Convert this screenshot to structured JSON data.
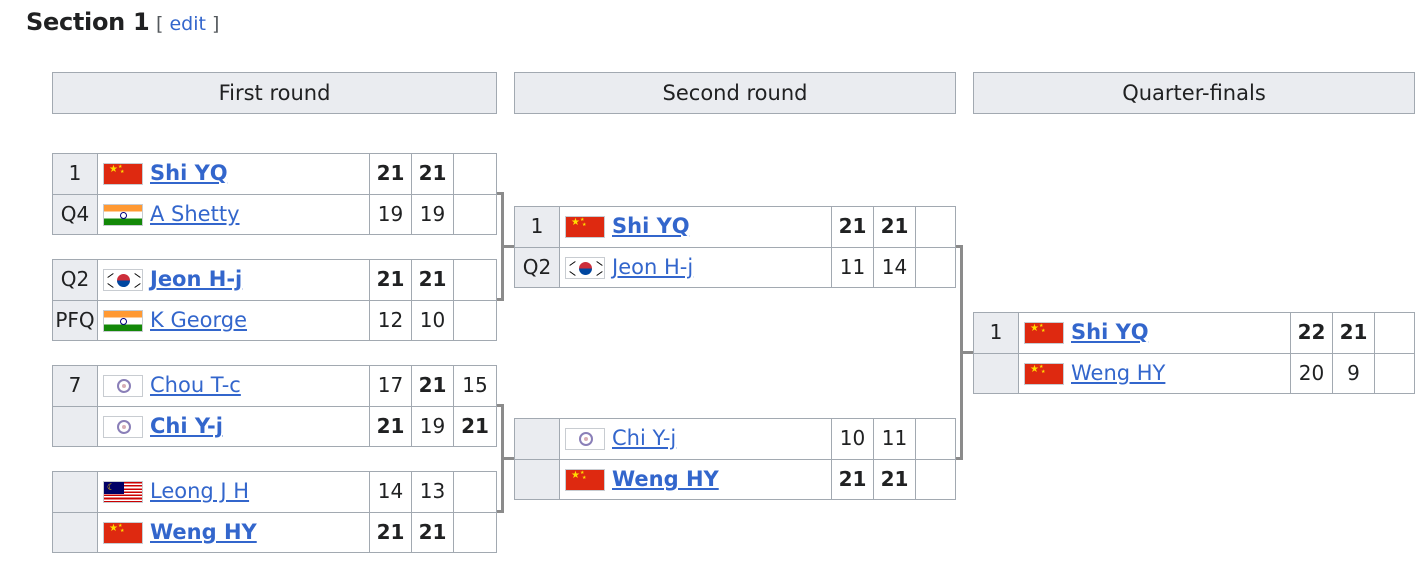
{
  "section": {
    "title": "Section 1",
    "edit_open": "[ ",
    "edit_label": "edit",
    "edit_close": " ]"
  },
  "rounds": [
    "First round",
    "Second round",
    "Quarter-finals"
  ],
  "matches": [
    {
      "round": 0,
      "rows": [
        {
          "seed": "1",
          "flag": "cn",
          "name": "Shi YQ",
          "winner": true,
          "scores": [
            {
              "v": "21",
              "w": true
            },
            {
              "v": "21",
              "w": true
            },
            {
              "v": "",
              "w": false
            }
          ]
        },
        {
          "seed": "Q4",
          "flag": "in",
          "name": "A Shetty",
          "winner": false,
          "scores": [
            {
              "v": "19",
              "w": false
            },
            {
              "v": "19",
              "w": false
            },
            {
              "v": "",
              "w": false
            }
          ]
        }
      ]
    },
    {
      "round": 0,
      "rows": [
        {
          "seed": "Q2",
          "flag": "kr",
          "name": "Jeon H-j",
          "winner": true,
          "scores": [
            {
              "v": "21",
              "w": true
            },
            {
              "v": "21",
              "w": true
            },
            {
              "v": "",
              "w": false
            }
          ]
        },
        {
          "seed": "PFQ",
          "flag": "in",
          "name": "K George",
          "winner": false,
          "scores": [
            {
              "v": "12",
              "w": false
            },
            {
              "v": "10",
              "w": false
            },
            {
              "v": "",
              "w": false
            }
          ]
        }
      ]
    },
    {
      "round": 0,
      "rows": [
        {
          "seed": "7",
          "flag": "tpe",
          "name": "Chou T-c",
          "winner": false,
          "scores": [
            {
              "v": "17",
              "w": false
            },
            {
              "v": "21",
              "w": true
            },
            {
              "v": "15",
              "w": false
            }
          ]
        },
        {
          "seed": "",
          "flag": "tpe",
          "name": "Chi Y-j",
          "winner": true,
          "scores": [
            {
              "v": "21",
              "w": true
            },
            {
              "v": "19",
              "w": false
            },
            {
              "v": "21",
              "w": true
            }
          ]
        }
      ]
    },
    {
      "round": 0,
      "rows": [
        {
          "seed": "",
          "flag": "my",
          "name": "Leong J H",
          "winner": false,
          "scores": [
            {
              "v": "14",
              "w": false
            },
            {
              "v": "13",
              "w": false
            },
            {
              "v": "",
              "w": false
            }
          ]
        },
        {
          "seed": "",
          "flag": "cn",
          "name": "Weng HY",
          "winner": true,
          "scores": [
            {
              "v": "21",
              "w": true
            },
            {
              "v": "21",
              "w": true
            },
            {
              "v": "",
              "w": false
            }
          ]
        }
      ]
    },
    {
      "round": 1,
      "rows": [
        {
          "seed": "1",
          "flag": "cn",
          "name": "Shi YQ",
          "winner": true,
          "scores": [
            {
              "v": "21",
              "w": true
            },
            {
              "v": "21",
              "w": true
            },
            {
              "v": "",
              "w": false
            }
          ]
        },
        {
          "seed": "Q2",
          "flag": "kr",
          "name": "Jeon H-j",
          "winner": false,
          "scores": [
            {
              "v": "11",
              "w": false
            },
            {
              "v": "14",
              "w": false
            },
            {
              "v": "",
              "w": false
            }
          ]
        }
      ]
    },
    {
      "round": 1,
      "rows": [
        {
          "seed": "",
          "flag": "tpe",
          "name": "Chi Y-j",
          "winner": false,
          "scores": [
            {
              "v": "10",
              "w": false
            },
            {
              "v": "11",
              "w": false
            },
            {
              "v": "",
              "w": false
            }
          ]
        },
        {
          "seed": "",
          "flag": "cn",
          "name": "Weng HY",
          "winner": true,
          "scores": [
            {
              "v": "21",
              "w": true
            },
            {
              "v": "21",
              "w": true
            },
            {
              "v": "",
              "w": false
            }
          ]
        }
      ]
    },
    {
      "round": 2,
      "rows": [
        {
          "seed": "1",
          "flag": "cn",
          "name": "Shi YQ",
          "winner": true,
          "scores": [
            {
              "v": "22",
              "w": true
            },
            {
              "v": "21",
              "w": true
            },
            {
              "v": "",
              "w": false
            }
          ]
        },
        {
          "seed": "",
          "flag": "cn",
          "name": "Weng HY",
          "winner": false,
          "scores": [
            {
              "v": "20",
              "w": false
            },
            {
              "v": "9",
              "w": false
            },
            {
              "v": "",
              "w": false
            }
          ]
        }
      ]
    }
  ]
}
